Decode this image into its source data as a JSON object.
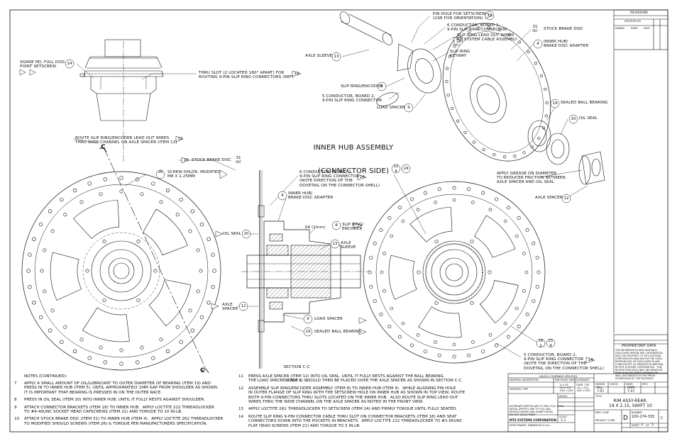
{
  "title": {
    "line1": "INNER HUB ASSEMBLY",
    "line2": "(CONNECTOR SIDE)"
  },
  "section_label": {
    "line1": "SECTION C-C",
    "line2": "SCALE 1 : 1"
  },
  "section_marks": {
    "top": "C",
    "bottom": "C"
  },
  "callouts": [
    {
      "id": "c1",
      "text": "PIN HOLE FOR SETSCREW\n(USE FOR ORIENTATION)",
      "num": "12"
    },
    {
      "id": "c2",
      "text": "6 CONDUCTOR, BOARD 1,\n9-PIN SLIP RING CONNECTOR",
      "num": ""
    },
    {
      "id": "c3",
      "text": "SLIP RING LEAD OUT WIRES\nTO SYSTEM CABLE ASSEMBLY",
      "num": "12"
    },
    {
      "id": "c4",
      "text": "SLIP RING\nKEYWAY",
      "num": ""
    },
    {
      "id": "c5",
      "text": "AXLE SLEEVE",
      "num": "13"
    },
    {
      "id": "c6",
      "text": "SLIP RING/ENCODER",
      "num": "8"
    },
    {
      "id": "c7",
      "text": "5 CONDUCTOR, BOARD 2,\n9-PIN SLIP RING CONNECTOR",
      "num": ""
    },
    {
      "id": "c8",
      "text": "LOAD SPACER",
      "num": "9"
    },
    {
      "id": "c9",
      "text": "STOCK BRAKE DISC",
      "num": "31",
      "sub": "REF"
    },
    {
      "id": "c10",
      "text": "INNER HUB/\nBRAKE DISC ADAPTER",
      "num": "4"
    },
    {
      "id": "c11",
      "text": "SEALED BALL BEARING",
      "num": "19"
    },
    {
      "id": "c12",
      "text": "OIL SEAL",
      "num": "20"
    },
    {
      "id": "c13",
      "text": "APPLY GREASE ON DIAMETER\nTO REDUCER FRICTION BETWEEN\nAXLE SPACER AND OIL SEAL",
      "num": ""
    },
    {
      "id": "c14",
      "text": "AXLE SPACER",
      "num": "12"
    },
    {
      "id": "c15",
      "text": "SQARE HD, FULL DOG\nPOINT SETSCREW",
      "num": "24"
    },
    {
      "id": "c16",
      "text": "THRU SLOT (2 LOCATED 180° APART) FOR\nROUTING 9-PIN SLIP RING CONNECTORS (REF)",
      "num": "12"
    },
    {
      "id": "c17",
      "text": "ROUTE SLIP RING/ENCODER LEAD OUT WIRES\nTHRU WIDE CHANNEL ON AXLE SPACER (ITEM 12)",
      "num": "12"
    },
    {
      "id": "c18",
      "text": "STOCK BRAKE DISC",
      "num": "10"
    },
    {
      "id": "c19",
      "text": "SCREW-SHLDR, MODIFIED\nM8 X 1.25MM",
      "num": "26"
    },
    {
      "id": "c20",
      "text": "6 CONDUCTOR, BOARD 1,\n9-PIN SLIP RING CONNECTOR\n(NOTE DIRECTION OF THE\nDOVETAIL ON THE CONNECTOR SHELL)",
      "num": "14"
    },
    {
      "id": "c21",
      "text": "INNER HUB/\nBRAKE DISC ADAPTER",
      "num": "4"
    },
    {
      "id": "c22",
      "text": "OIL SEAL",
      "num": "20"
    },
    {
      "id": "c23",
      "text": ".04 (1mm)",
      "num": ""
    },
    {
      "id": "c24",
      "text": "SLIP RING/\nENCODER",
      "num": "8"
    },
    {
      "id": "c25",
      "text": "AXLE\nSLEEVE",
      "num": "13"
    },
    {
      "id": "c26",
      "text": "AXLE\nSPACER",
      "num": "12"
    },
    {
      "id": "c27",
      "text": "LOAD SPACER",
      "num": "9"
    },
    {
      "id": "c28",
      "text": "SEALED BALL BEARING",
      "num": "19"
    },
    {
      "id": "c29",
      "text": "5 CONDUCTOR, BOARD 2,\n9-PIN SLIP RING CONNECTOR\n(NOTE THE DIRECTION OF THE\nDOVETAIL ON THE CONNECTOR SHELL)",
      "num": "14"
    }
  ],
  "balloons": {
    "b22": "22",
    "b24": "24",
    "b4": "4",
    "b18": "18",
    "b21": "21",
    "b2": "2",
    "b4b": "4",
    "b31b": "31",
    "refb": "REF"
  },
  "notes_title": "NOTES (CONTINUED):",
  "notes_left": [
    {
      "num": "7",
      "text": "APPLY A SMALL AMOUNT OF OIL/LUBRICANT TO OUTER DIAMETER OF BEARING (ITEM 19) AND\nPRESS IN TO INNER HUB (ITEM 5), UNTIL APPROXIMATELY 1MM GAP FROM SHOULDER AS SHOWN.\nIT IS IMPORTANT THAT BEARING IS PRESSED IN ON THE OUTER RACE."
    },
    {
      "num": "8",
      "text": "PRESS IN OIL SEAL (ITEM 20) INTO INNER HUB, UNTIL IT FULLY RESTS AGAINST SHOULDER."
    },
    {
      "num": "9",
      "text": "ATTACH CONNECTOR BRACKETS (ITEM 18) TO INNER HUB.  APPLY LOCTITE 222 THREADLOCKER\nTO #4-40UNC SOCKET HEAD CAPSCREWS (ITEM 21) AND TORQUE TO 10 IN-LB."
    },
    {
      "num": "10",
      "text": "ATTACH STOCK BRAKE DISC (ITEM 31) TO INNER HUB (ITEM 4).  APPLY LOCTITE 262 THREADLOCKER\nTO MODIFIED SHOULD SCREWS (ITEM 26) & TORQUE PER MANUFACTURERS SPECIFICATION."
    }
  ],
  "notes_right": [
    {
      "num": "11",
      "text": "PRESS AXLE SPACER (ITEM 12) INTO OIL SEAL, UNTIL IT FULLY RESTS AGAINST THE BALL BEARING.\nTHE LOAD SPACER (ITEM 9) SHOULD THEN BE PLACED OVER THE AXLE SPACER AS SHOWN IN SECTION C-C."
    },
    {
      "num": "12",
      "text": "ASSEMBLE SLIP RING/ENCODER ASSEMBLY (ITEM 8) TO INNER HUB (ITEM 4).  WHILE ALIGNING PIN HOLE\nIN OUTER FLANGE OF SLIP RING WITH THE SETSCREW HOLE ON INNER HUB AS SHOWN IN TOP VIEW, ROUTE\nBOTH 9-PIN CONNECTORS THRU SLOTS LOCATED ON THE INNER HUB.  ALSO ROUTE SLIP RING LEAD OUT\nWIRES THRU THE WIDE CHANNEL ON THE AXLE SPACER AS NOTED IN THE FRONT VIEW."
    },
    {
      "num": "13",
      "text": "APPLY LOCTITE 262 THREADLOCKER TO SETSCREW (ITEM 24) AND FIRMLY TORQUE UNTIL FULLY SEATED."
    },
    {
      "num": "14",
      "text": "ROUTE SLIP RING 9-PIN CONNECTOR CABLE THRU SLOT ON CONNECTOR BRACKETS (ITEM 18) AND SEAT\nCONNECTORS DOWN INTO THE POCKETS IN BRACKETS.  APPLY LOCTITE 222 THREADLOCKER TO #2-56UNC\nFLAT HEAD SCREWS (ITEM 22) AND TORQUE TO 5 IN-LB."
    }
  ],
  "revisions": {
    "title": "REVISIONS",
    "description": "DESCRIPTION",
    "drawn": "DRAWN",
    "engr": "ENGR",
    "date": "DATE"
  },
  "proprietary": {
    "title": "PROPRIETARY DATA",
    "text": "THE INFORMATION AND DESIGN(S)\nDISCLOSED HEREIN ARE CONFIDENTIAL\nAND THE PROPERTY OF MTS SYSTEMS\nCORPORATION AND MAY NOT BE USED,\nREPRODUCED OR DISCLOSED IN ANY\nFORM EXCEPT AS GRANTED IN WRITING\nBY MTS SYSTEMS CORPORATION.  THIS\nRESTRICTION EXCLUDES INFORMATION\nTHAT IS IN THE PUBLIC DOMAIN OR\nWAS LEGITIMATELY IN THE PRIOR\nPOSSESSION OF THE RECIPIENT."
  },
  "title_block": {
    "unless": "UNLESS OTHERWISE SPECIFIED",
    "material": "MATERIAL DESCRIPTION",
    "material_type": "MATERIAL TYPE",
    "tol_header": "DIM PLACE SIZE TOLERANCE",
    "tol1": ".X ±.03\n.XX ±.010\n.XXX ±.005",
    "tol2": "OVER .750\n.XX ±.010\n.XXX ±.005",
    "angle": "ANGLE",
    "notes_small": "ALTERNATE DEPTHS ARE TO MIN. FULL THRD.\nINITIAL DEPTH'S ARE TO FULL DIA.\nREMOVE BURRS AND SHARP EDGES\nDO NOT SCALE PRINT",
    "company": "MTS SYSTEMS CORPORATION",
    "address": "EDEN PRAIRIE, MINNESOTA U.S.A.",
    "designer": "DESIGN",
    "designer_val": "RLJ",
    "check": "CHECK",
    "check_val": "",
    "engr": "ENGR",
    "engr_val": "RAM",
    "mfg": "MFG",
    "date1": "7-07",
    "date2": "7-07",
    "date3": "",
    "title_label": "TITLE",
    "dwg_title": "RIM ASSY-REAR,\n19 X 2.15, SWIFT 10",
    "size": "D",
    "part_code": "PART CODE",
    "dwg_no_label": "NUMBER",
    "dwg_no": "100-174-333",
    "rev": "C",
    "sheet": "SHEET",
    "sheet_no": "3",
    "of": "OF",
    "sheet_total": "5",
    "product_code": "PRODUCT CODE",
    "scale_label": "SCALE",
    "scale": "1:1"
  }
}
